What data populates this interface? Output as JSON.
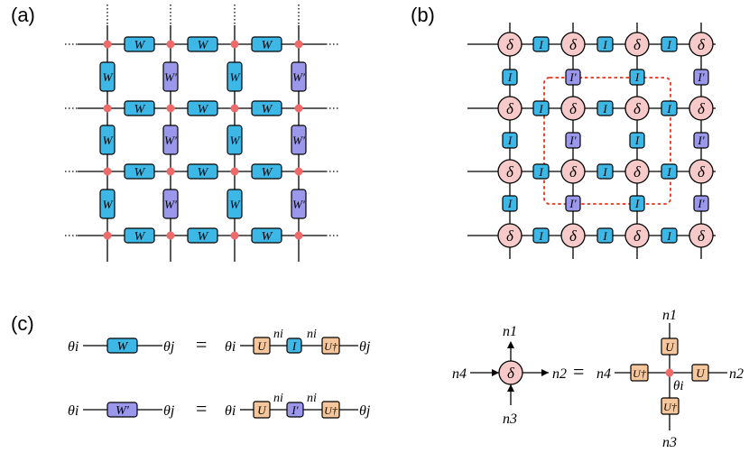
{
  "panels": {
    "a": "(a)",
    "b": "(b)",
    "c": "(c)"
  },
  "symbols": {
    "W": "W",
    "Wp": "W′",
    "I": "I",
    "Ip": "I′",
    "delta": "δ",
    "U": "U",
    "Ud": "U†",
    "eq": "="
  },
  "eq1": {
    "left": "θi",
    "right": "θj",
    "n_left": "ni",
    "n_right": "ni"
  },
  "eq2": {
    "left": "θi",
    "right": "θj",
    "n_left": "ni",
    "n_right": "ni"
  },
  "eq3": {
    "n1": "n1",
    "n2": "n2",
    "n3": "n3",
    "n4": "n4",
    "theta": "θi"
  },
  "colors": {
    "W": "#3db8e6",
    "Wp": "#9b98ec",
    "U": "#f6c79c",
    "delta": "#f7c9c9",
    "node": "#f06a6a",
    "dashed": "#e8351c"
  }
}
